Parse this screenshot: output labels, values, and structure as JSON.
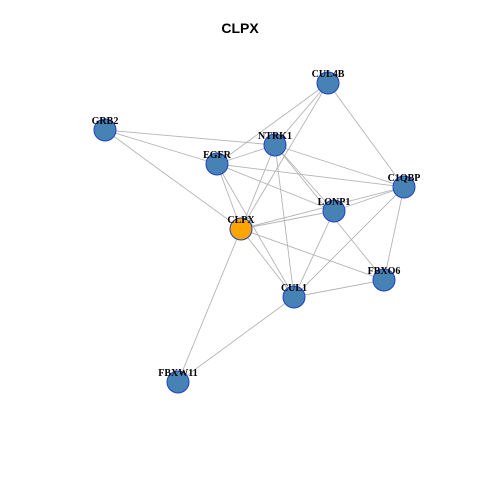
{
  "title": "CLPX",
  "colors": {
    "node": "#4682B4",
    "node_border": "#1F3FCC",
    "highlight": "#FFA500",
    "edge": "#B4B4B4"
  },
  "nodes": [
    {
      "id": "CUL4B",
      "highlight": false
    },
    {
      "id": "GRB2",
      "highlight": false
    },
    {
      "id": "NTRK1",
      "highlight": false
    },
    {
      "id": "EGFR",
      "highlight": false
    },
    {
      "id": "C1QBP",
      "highlight": false
    },
    {
      "id": "LONP1",
      "highlight": false
    },
    {
      "id": "CLPX",
      "highlight": true
    },
    {
      "id": "FBXO6",
      "highlight": false
    },
    {
      "id": "CUL1",
      "highlight": false
    },
    {
      "id": "FBXW11",
      "highlight": false
    }
  ],
  "edges": [
    [
      "CUL4B",
      "NTRK1"
    ],
    [
      "CUL4B",
      "EGFR"
    ],
    [
      "CUL4B",
      "C1QBP"
    ],
    [
      "CUL4B",
      "CLPX"
    ],
    [
      "GRB2",
      "NTRK1"
    ],
    [
      "GRB2",
      "EGFR"
    ],
    [
      "GRB2",
      "CLPX"
    ],
    [
      "NTRK1",
      "EGFR"
    ],
    [
      "NTRK1",
      "C1QBP"
    ],
    [
      "NTRK1",
      "LONP1"
    ],
    [
      "NTRK1",
      "CLPX"
    ],
    [
      "NTRK1",
      "CUL1"
    ],
    [
      "NTRK1",
      "FBXO6"
    ],
    [
      "EGFR",
      "CLPX"
    ],
    [
      "EGFR",
      "LONP1"
    ],
    [
      "EGFR",
      "CUL1"
    ],
    [
      "EGFR",
      "C1QBP"
    ],
    [
      "C1QBP",
      "LONP1"
    ],
    [
      "C1QBP",
      "CLPX"
    ],
    [
      "C1QBP",
      "FBXO6"
    ],
    [
      "C1QBP",
      "CUL1"
    ],
    [
      "LONP1",
      "CLPX"
    ],
    [
      "LONP1",
      "CUL1"
    ],
    [
      "CLPX",
      "FBXO6"
    ],
    [
      "CLPX",
      "CUL1"
    ],
    [
      "CLPX",
      "FBXW11"
    ],
    [
      "FBXO6",
      "CUL1"
    ],
    [
      "CUL1",
      "FBXW11"
    ]
  ]
}
